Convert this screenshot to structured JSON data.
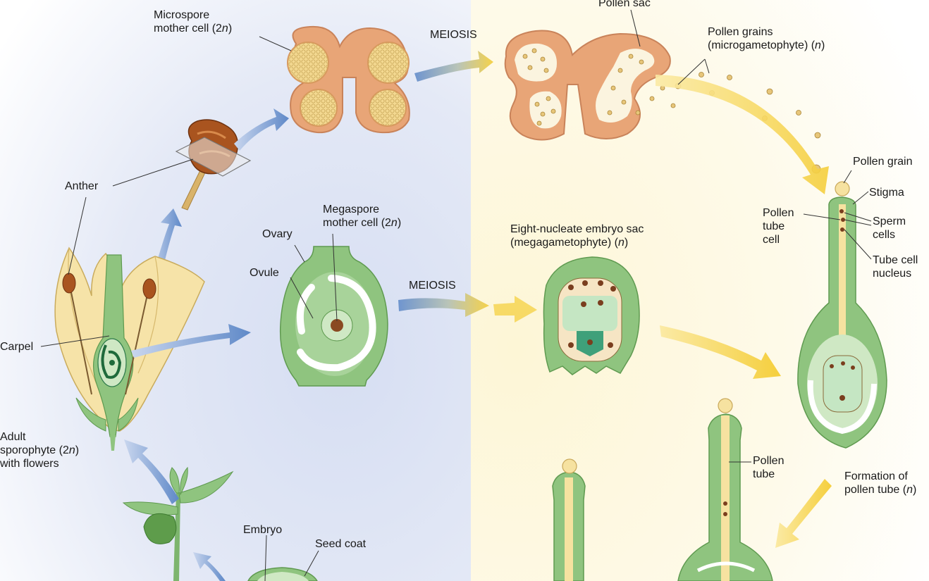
{
  "labels": {
    "microspore_mother_cell": "Microspore\nmother cell (2n)",
    "meiosis_top": "MEIOSIS",
    "pollen_sac": "Pollen sac",
    "pollen_grains": "Pollen grains\n(microgametophyte) (n)",
    "anther": "Anther",
    "megaspore_mother_cell": "Megaspore\nmother cell (2n)",
    "ovary": "Ovary",
    "ovule": "Ovule",
    "meiosis_middle": "MEIOSIS",
    "embryo_sac": "Eight-nucleate embryo sac\n(megagametophyte) (n)",
    "pollen_grain": "Pollen grain",
    "stigma": "Stigma",
    "pollen_tube_cell": "Pollen\ntube\ncell",
    "sperm_cells": "Sperm\ncells",
    "tube_cell_nucleus": "Tube cell\nnucleus",
    "carpel": "Carpel",
    "adult_sporophyte": "Adult\nsporophyte (2n)\nwith flowers",
    "pollen_tube": "Pollen\ntube",
    "formation_pollen_tube": "Formation of\npollen tube (n)",
    "embryo": "Embryo",
    "seed_coat": "Seed coat"
  },
  "colors": {
    "sporophyte_background": "#dfe6f5",
    "gametophyte_background": "#fdf7dc",
    "tissue_green": "#8fc47f",
    "tissue_light": "#cfe8c4",
    "anther_orange": "#e8a577",
    "pollen_yellow": "#f2d18a",
    "arrow_blue": "#6f95cf",
    "arrow_yellow": "#f5d24a"
  }
}
